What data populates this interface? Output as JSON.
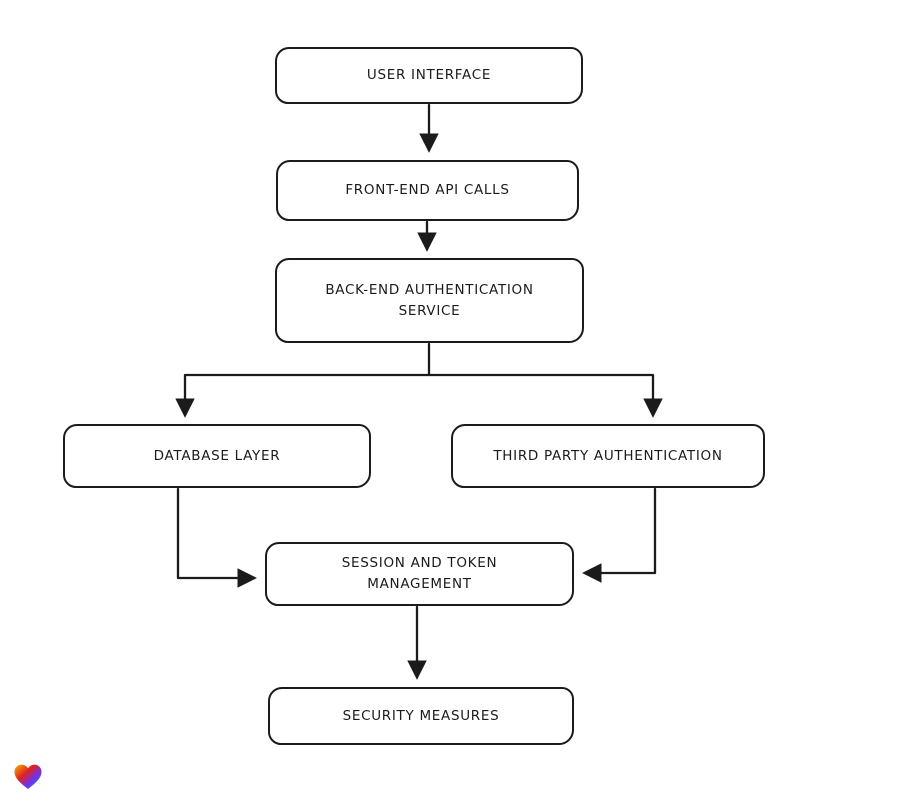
{
  "page": {
    "background": "#ffffff"
  },
  "diagram": {
    "type": "flowchart",
    "nodes": [
      {
        "id": "user-interface",
        "label": "USER INTERFACE"
      },
      {
        "id": "front-end-api-calls",
        "label": "FRONT-END API CALLS"
      },
      {
        "id": "back-end-authentication-service",
        "label": "BACK-END AUTHENTICATION SERVICE"
      },
      {
        "id": "database-layer",
        "label": "DATABASE LAYER"
      },
      {
        "id": "third-party-authentication",
        "label": "THIRD PARTY AUTHENTICATION"
      },
      {
        "id": "session-and-token-management",
        "label": "SESSION AND TOKEN MANAGEMENT"
      },
      {
        "id": "security-measures",
        "label": "SECURITY MEASURES"
      }
    ],
    "edges": [
      {
        "from": "user-interface",
        "to": "front-end-api-calls"
      },
      {
        "from": "front-end-api-calls",
        "to": "back-end-authentication-service"
      },
      {
        "from": "back-end-authentication-service",
        "to": "database-layer"
      },
      {
        "from": "back-end-authentication-service",
        "to": "third-party-authentication"
      },
      {
        "from": "database-layer",
        "to": "session-and-token-management"
      },
      {
        "from": "third-party-authentication",
        "to": "session-and-token-management"
      },
      {
        "from": "session-and-token-management",
        "to": "security-measures"
      }
    ],
    "colors": {
      "stroke": "#1b1b1b",
      "node_background": "#ffffff",
      "canvas_background": "#ffffff",
      "logo_gradient": [
        "#f7b500",
        "#e02020",
        "#6236ff",
        "#2fb344"
      ]
    }
  },
  "logo": {
    "name": "heart-logo"
  }
}
